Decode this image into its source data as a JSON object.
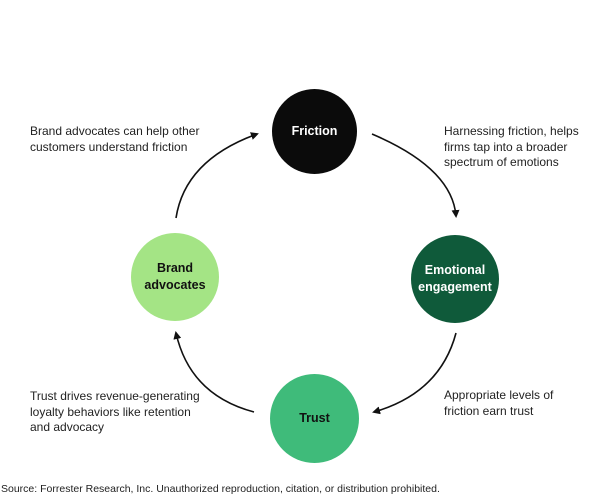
{
  "nodes": {
    "friction": "Friction",
    "emotional_engagement": "Emotional\nengagement",
    "trust": "Trust",
    "brand_advocates": "Brand\nadvocates"
  },
  "descriptions": {
    "brand_advocates": "Brand advocates can help other\ncustomers understand friction",
    "friction": "Harnessing friction, helps\nfirms tap into a broader\nspectrum of emotions",
    "emotional_engagement": "Appropriate levels of\nfriction earn trust",
    "trust": "Trust drives revenue-generating\nloyalty behaviors like retention\nand advocacy"
  },
  "source": "Source: Forrester Research, Inc. Unauthorized reproduction, citation, or distribution prohibited.",
  "colors": {
    "friction": "#0b0b0b",
    "emotional_engagement": "#0f5a3a",
    "trust": "#3fbb7a",
    "brand_advocates": "#a4e485",
    "arrow": "#111111"
  }
}
